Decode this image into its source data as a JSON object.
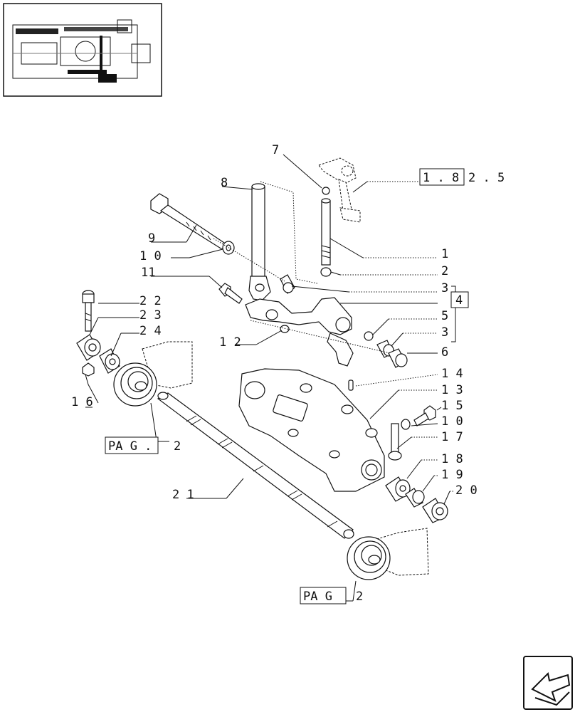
{
  "labels": {
    "l1": "1",
    "l2": "2",
    "l3a": "3",
    "l4": "4",
    "l5": "5",
    "l3b": "3",
    "l6": "6",
    "l7": "7",
    "l8": "8",
    "l9": "9",
    "l10a": "1 0",
    "l11": "11",
    "l12": "1 2",
    "l13": "1 3",
    "l14": "1 4",
    "l15": "1 5",
    "l10b": "1 0",
    "l16": "1 6",
    "l17": "1 7",
    "l18": "1 8",
    "l19": "1 9",
    "l20": "2 0",
    "l21": "2 1",
    "l22": "2 2",
    "l23": "2 3",
    "l24": "2 4"
  },
  "refs": {
    "top_ref_box": "1 . 8",
    "top_ref_rest": "2 . 5",
    "pag_left_box": "PA G .",
    "pag_left_num": "2",
    "pag_bottom_box": "PA G",
    "pag_bottom_num": "2"
  },
  "icons": {
    "thumbnail": "tractor-hydraulic-lift-thumbnail",
    "nav": "next-page-arrow-icon"
  }
}
